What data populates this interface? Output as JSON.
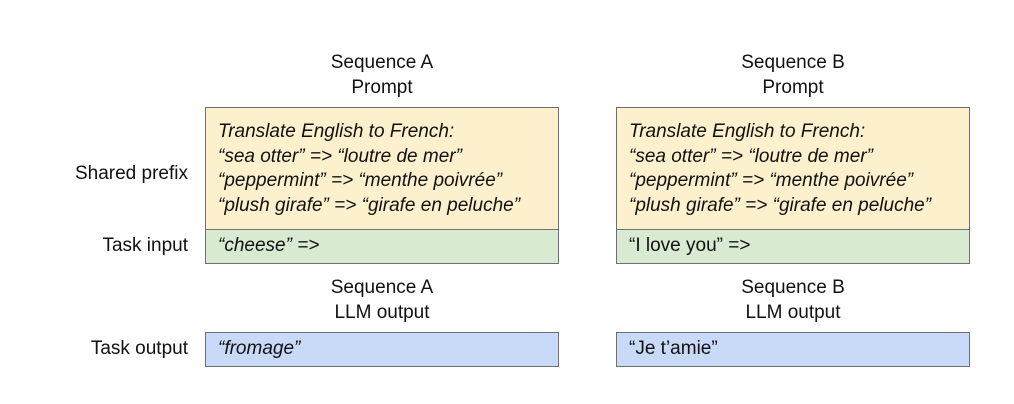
{
  "row_labels": {
    "shared_prefix": "Shared prefix",
    "task_input": "Task input",
    "task_output": "Task output"
  },
  "sequence_a": {
    "prompt_heading": "Sequence A\nPrompt",
    "prefix_text": "Translate English to French:\n“sea otter” => “loutre de mer”\n“peppermint” => “menthe poivrée”\n“plush girafe” => “girafe en peluche”",
    "input_text": "“cheese” =>",
    "output_heading": "Sequence A\nLLM output",
    "output_text": "“fromage”"
  },
  "sequence_b": {
    "prompt_heading": "Sequence B\nPrompt",
    "prefix_text": "Translate English to French:\n“sea otter” => “loutre de mer”\n“peppermint” => “menthe poivrée”\n“plush girafe” => “girafe en peluche”",
    "input_text": "“I love you” =>",
    "output_heading": "Sequence B\nLLM output",
    "output_text": "“Je t’amie”"
  },
  "colors": {
    "prefix_fill": "#fdf0cc",
    "input_fill": "#d9ead3",
    "output_fill": "#c9daf8",
    "border": "#6f6f6f"
  }
}
